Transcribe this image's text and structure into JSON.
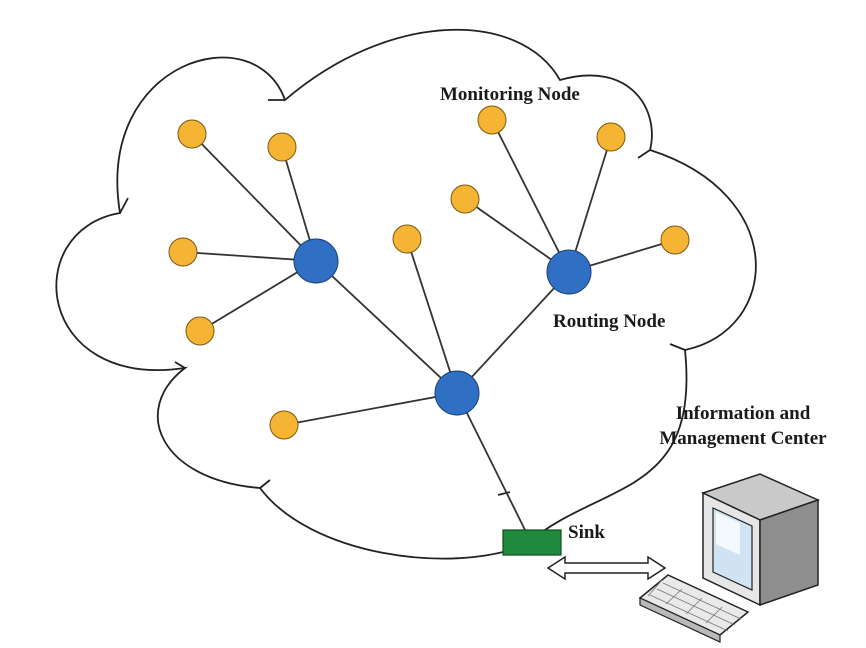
{
  "labels": {
    "monitoring_node": "Monitoring Node",
    "routing_node": "Routing Node",
    "sink": "Sink",
    "center": "Information and Management Center"
  },
  "colors": {
    "monitoring_node": "#f5b433",
    "routing_node": "#2f6fc4",
    "sink": "#1f8a3d",
    "outline": "#222222"
  },
  "icons": [
    "cloud-boundary",
    "monitor-icon",
    "keyboard-icon",
    "double-arrow-icon"
  ]
}
